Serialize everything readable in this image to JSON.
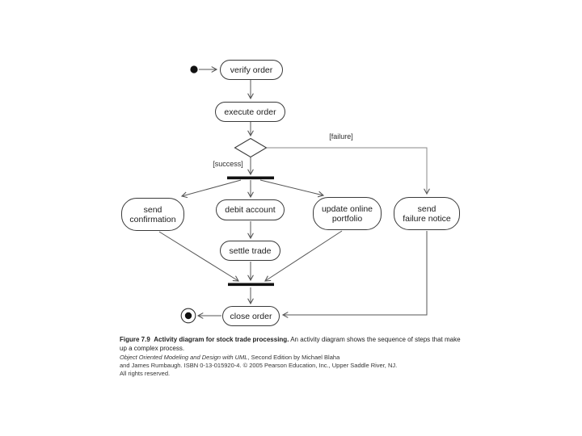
{
  "diagram": {
    "type": "uml-activity-diagram",
    "nodes": {
      "verify": {
        "lines": [
          "verify order"
        ]
      },
      "execute": {
        "lines": [
          "execute order"
        ]
      },
      "send_confirmation": {
        "lines": [
          "send",
          "confirmation"
        ]
      },
      "debit_account": {
        "lines": [
          "debit account"
        ]
      },
      "update_online": {
        "lines": [
          "update online",
          "portfolio"
        ]
      },
      "send_failure": {
        "lines": [
          "send",
          "failure notice"
        ]
      },
      "settle_trade": {
        "lines": [
          "settle trade"
        ]
      },
      "close_order": {
        "lines": [
          "close order"
        ]
      }
    },
    "guards": {
      "failure": "[failure]",
      "success": "[success]"
    },
    "edges": [
      {
        "from": "start",
        "to": "verify order"
      },
      {
        "from": "verify order",
        "to": "execute order"
      },
      {
        "from": "execute order",
        "to": "decision"
      },
      {
        "from": "decision",
        "to": "send failure notice",
        "guard": "[failure]"
      },
      {
        "from": "decision",
        "to": "fork",
        "guard": "[success]"
      },
      {
        "from": "fork",
        "to": "send confirmation"
      },
      {
        "from": "fork",
        "to": "debit account"
      },
      {
        "from": "fork",
        "to": "update online portfolio"
      },
      {
        "from": "debit account",
        "to": "settle trade"
      },
      {
        "from": "send confirmation",
        "to": "join"
      },
      {
        "from": "settle trade",
        "to": "join"
      },
      {
        "from": "update online portfolio",
        "to": "join"
      },
      {
        "from": "join",
        "to": "close order"
      },
      {
        "from": "send failure notice",
        "to": "close order"
      },
      {
        "from": "close order",
        "to": "end"
      }
    ],
    "colors": {
      "line": "#555555",
      "bar": "#111111",
      "node_border": "#3a3a3a",
      "text": "#1c1c1c"
    }
  },
  "caption": {
    "figure_label": "Figure 7.9",
    "figure_title": "Activity diagram for stock trade processing.",
    "figure_desc": "An activity diagram shows the sequence of steps that make up a complex process."
  },
  "attribution": {
    "book_title": "Object Oriented Modeling and Design with UML",
    "line1_rest": ", Second Edition by Michael Blaha",
    "line2": "and James Rumbaugh. ISBN 0-13-015920-4. © 2005 Pearson Education, Inc., Upper Saddle River, NJ.",
    "line3": "All rights reserved."
  }
}
